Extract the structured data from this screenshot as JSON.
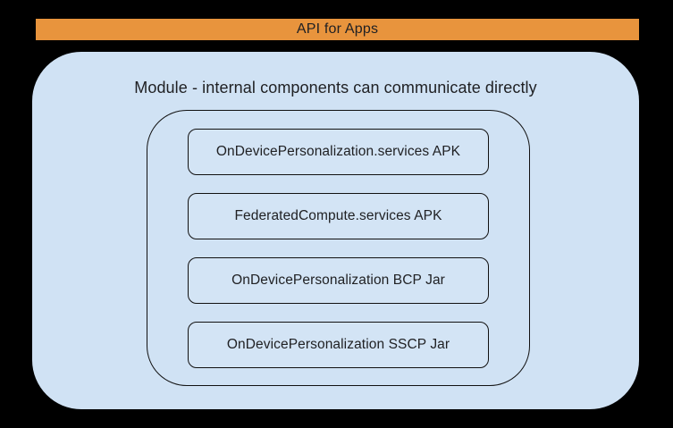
{
  "banner": {
    "label": "API for Apps"
  },
  "module": {
    "title": "Module - internal components can communicate directly",
    "components": [
      "OnDevicePersonalization.services APK",
      "FederatedCompute.services APK",
      "OnDevicePersonalization BCP Jar",
      "OnDevicePersonalization SSCP Jar"
    ]
  },
  "colors": {
    "page_background": "#000000",
    "banner_background": "#e8943d",
    "module_background": "#d0e2f4",
    "component_background": "#d3e4f5",
    "outline": "#111111",
    "text": "#202124"
  }
}
